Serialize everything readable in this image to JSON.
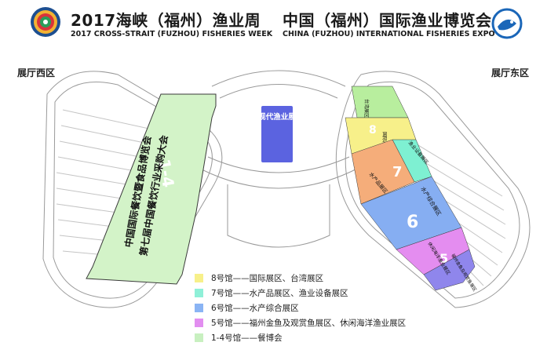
{
  "header": {
    "title_left_cn": "2017海峡（福州）渔业周",
    "title_left_en": "2017 CROSS-STRAIT (FUZHOU) FISHERIES WEEK",
    "title_right_cn": "中国（福州）国际渔业博览会",
    "title_right_en": "CHINA (FUZHOU) INTERNATIONAL FISHERIES EXPO"
  },
  "areas": {
    "west": "展厅西区",
    "east": "展厅东区"
  },
  "halls": {
    "hall_1_4_number": "1-4",
    "hall_1_4_line1": "中国国际餐饮暨食品博览会",
    "hall_1_4_line2": "第七届中国餐饮行业采购大会",
    "center_pavilion": "福建现代渔业展示馆",
    "hall_8_number": "8",
    "hall_8_sub1": "台湾展区",
    "hall_8_sub2": "国际展区",
    "hall_7_number": "7",
    "hall_7_sub1": "水产品展区",
    "hall_7_sub2": "渔业设备展区",
    "hall_6_number": "6",
    "hall_6_sub": "水产综合展区",
    "hall_5_number": "5",
    "hall_5_sub1": "休闲海洋渔业展区",
    "hall_5_sub2": "福州金鱼及观赏鱼展区"
  },
  "legend": [
    {
      "color": "#f7f08a",
      "label": "8号馆——国际展区、台湾展区"
    },
    {
      "color": "#8ff0d8",
      "label": "7号馆——水产品展区、渔业设备展区"
    },
    {
      "color": "#8ab4f4",
      "label": "6号馆——水产综合展区"
    },
    {
      "color": "#e28ef0",
      "label": "5号馆——福州金鱼及观赏鱼展区、休闲海洋渔业展区"
    },
    {
      "color": "#c8f0c0",
      "label": "1-4号馆——餐博会"
    }
  ],
  "colors": {
    "hall8": "#f7f08a",
    "hall7_light": "#7ef0d2",
    "hall7_orange": "#f5ad7a",
    "hall6": "#86aef2",
    "hall5_pink": "#e48df0",
    "hall5_purple": "#8f86ec",
    "hall_1_4": "#d3f3c8",
    "center": "#5b63e0",
    "top_green": "#b8ee9e"
  }
}
